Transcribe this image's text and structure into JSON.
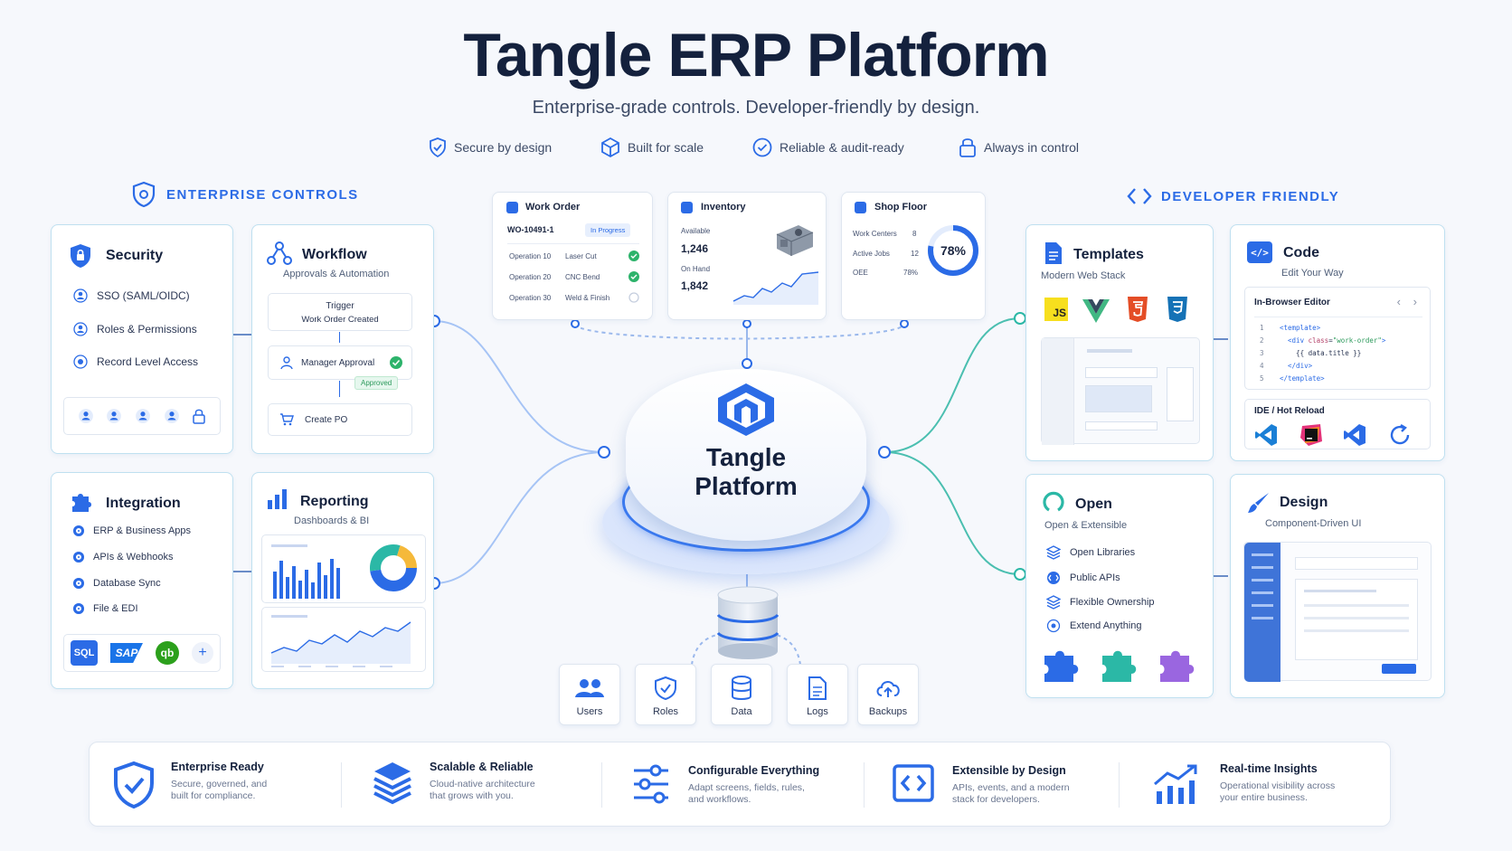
{
  "header": {
    "title": "Tangle ERP Platform",
    "subtitle": "Enterprise-grade controls. Developer-friendly by design.",
    "pills": [
      "Secure by design",
      "Built for scale",
      "Reliable & audit-ready",
      "Always in control"
    ]
  },
  "sections": {
    "left": "ENTERPRISE CONTROLS",
    "right": "DEVELOPER FRIENDLY"
  },
  "security": {
    "title": "Security",
    "items": [
      "SSO (SAML/OIDC)",
      "Roles & Permissions",
      "Record Level Access"
    ]
  },
  "workflow": {
    "title": "Workflow",
    "subtitle": "Approvals & Automation",
    "trigger": "Trigger",
    "trigger_sub": "Work Order Created",
    "approval": "Manager Approval",
    "approved": "Approved",
    "create": "Create PO"
  },
  "integration": {
    "title": "Integration",
    "items": [
      "ERP & Business Apps",
      "APIs & Webhooks",
      "Database Sync",
      "File & EDI"
    ],
    "logos": [
      "SQL",
      "SAP",
      "qb",
      "+"
    ]
  },
  "reporting": {
    "title": "Reporting",
    "subtitle": "Dashboards & BI"
  },
  "work_order": {
    "title": "Work Order",
    "id": "WO-10491-1",
    "status": "In Progress",
    "ops": [
      {
        "op": "Operation 10",
        "name": "Laser Cut"
      },
      {
        "op": "Operation 20",
        "name": "CNC Bend"
      },
      {
        "op": "Operation 30",
        "name": "Weld & Finish"
      }
    ]
  },
  "inventory": {
    "title": "Inventory",
    "available_label": "Available",
    "available": "1,246",
    "onhand_label": "On Hand",
    "onhand": "1,842"
  },
  "shop_floor": {
    "title": "Shop Floor",
    "rows": [
      {
        "k": "Work Centers",
        "v": "8"
      },
      {
        "k": "Active Jobs",
        "v": "12"
      },
      {
        "k": "OEE",
        "v": "78%"
      }
    ],
    "gauge": "78%",
    "gauge_value": 0.78
  },
  "center": {
    "line1": "Tangle",
    "line2": "Platform"
  },
  "bottom_tiles": [
    "Users",
    "Roles",
    "Data",
    "Logs",
    "Backups"
  ],
  "templates": {
    "title": "Templates",
    "subtitle": "Modern Web Stack",
    "js": "JS"
  },
  "code": {
    "title": "Code",
    "subtitle": "Edit Your Way",
    "editor": "In-Browser Editor",
    "lines": [
      "1",
      "2",
      "3",
      "4",
      "5"
    ],
    "ide": "IDE / Hot Reload"
  },
  "open": {
    "title": "Open",
    "subtitle": "Open & Extensible",
    "items": [
      "Open Libraries",
      "Public APIs",
      "Flexible Ownership",
      "Extend Anything"
    ]
  },
  "design": {
    "title": "Design",
    "subtitle": "Component-Driven UI"
  },
  "features": [
    {
      "title": "Enterprise Ready",
      "desc1": "Secure, governed, and",
      "desc2": "built for compliance."
    },
    {
      "title": "Scalable & Reliable",
      "desc1": "Cloud-native architecture",
      "desc2": "that grows with you."
    },
    {
      "title": "Configurable Everything",
      "desc1": "Adapt screens, fields, rules,",
      "desc2": "and workflows."
    },
    {
      "title": "Extensible by Design",
      "desc1": "APIs, events, and a modern",
      "desc2": "stack for developers."
    },
    {
      "title": "Real-time Insights",
      "desc1": "Operational visibility across",
      "desc2": "your entire business."
    }
  ],
  "colors": {
    "navy": "#14213d",
    "blue": "#2b6be6",
    "teal": "#2bb8a6",
    "green": "#2db36b"
  }
}
